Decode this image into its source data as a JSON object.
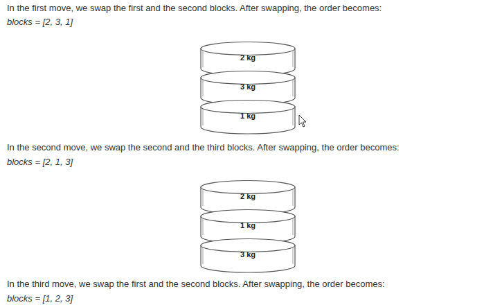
{
  "diagram": {
    "nodes": [
      {
        "text": [
          "2 kg"
        ]
      },
      {
        "text": [
          "3 kg"
        ]
      },
      {
        "text": [
          "1 kg"
        ]
      },
      {
        "text": [
          "2 kg"
        ]
      },
      {
        "text": [
          "1 kg"
        ]
      },
      {
        "text": [
          "3 kg"
        ]
      }
    ],
    "labels": [
      "In the first move, we swap the first and the second blocks. After swapping, the order becomes:",
      "blocks = [2, 3, 1]",
      "In the second move, we swap the second and the third blocks. After swapping, the order becomes:",
      "blocks = [2, 1, 3]",
      "In the third move, we swap the first and the second blocks. After swapping, the order becomes:",
      "blocks = [1, 2, 3]"
    ]
  }
}
